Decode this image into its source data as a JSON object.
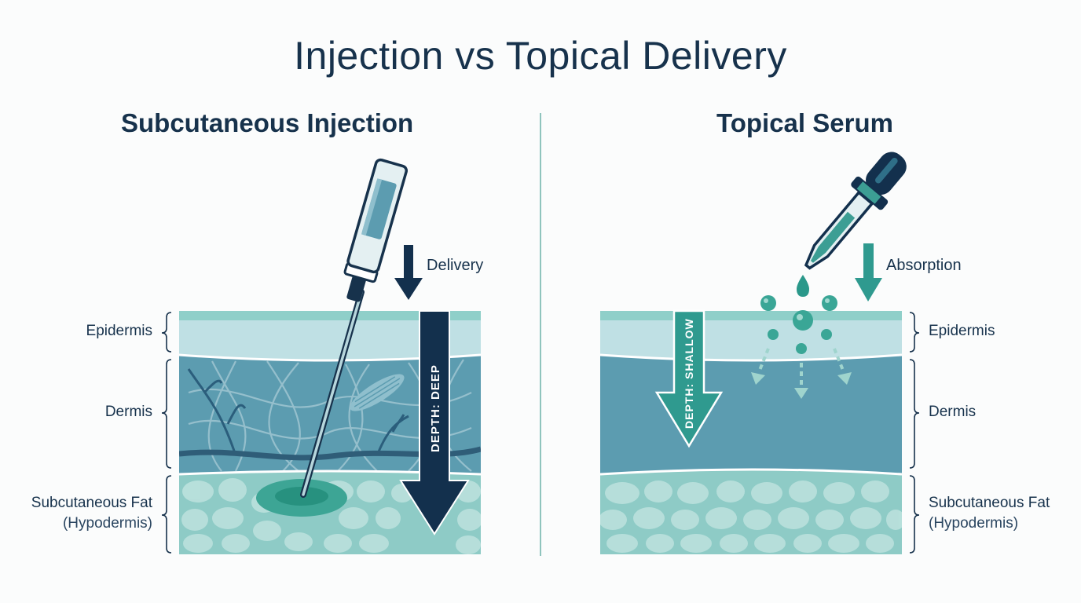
{
  "title": "Injection vs Topical Delivery",
  "left_panel": {
    "title": "Subcutaneous Injection",
    "delivery_label": "Delivery",
    "depth_label": "DEPTH: DEEP",
    "layers": {
      "epidermis": "Epidermis",
      "dermis": "Dermis",
      "fat": "Subcutaneous Fat",
      "fat_sub": "(Hypodermis)"
    }
  },
  "right_panel": {
    "title": "Topical Serum",
    "absorption_label": "Absorption",
    "depth_label": "DEPTH: SHALLOW",
    "layers": {
      "epidermis": "Epidermis",
      "dermis": "Dermis",
      "fat": "Subcutaneous Fat",
      "fat_sub": "(Hypodermis)"
    }
  },
  "colors": {
    "navy": "#13304d",
    "teal": "#2f9a8f",
    "epidermis": "#bfe0e4",
    "dermis": "#5c9cb0",
    "fat": "#8ecbc6"
  }
}
